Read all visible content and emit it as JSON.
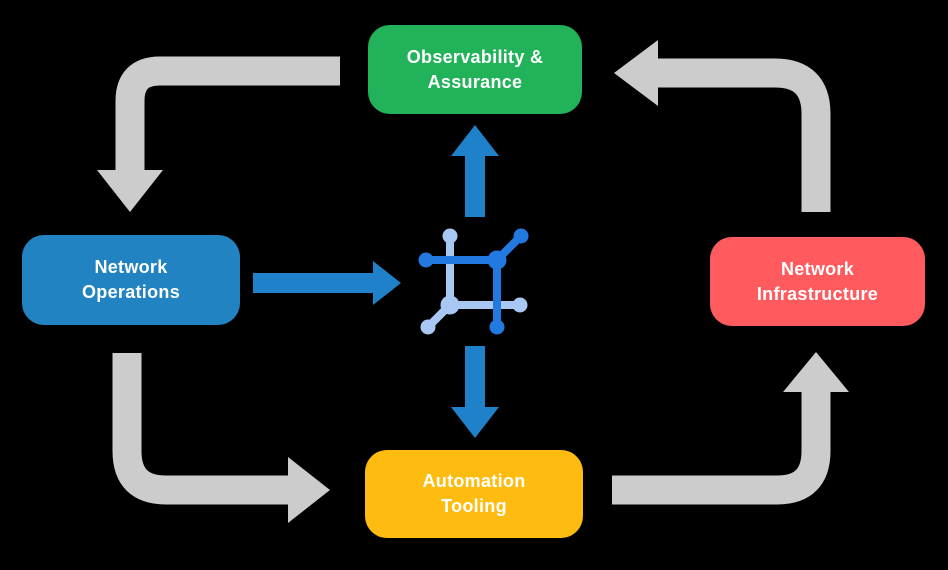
{
  "nodes": [
    {
      "id": "observability-assurance",
      "lines": [
        "Observability &",
        "Assurance"
      ],
      "color": "#21b25a"
    },
    {
      "id": "network-operations",
      "lines": [
        "Network",
        "Operations"
      ],
      "color": "#2283c3"
    },
    {
      "id": "network-infrastructure",
      "lines": [
        "Network",
        "Infrastructure"
      ],
      "color": "#ff5b5e"
    },
    {
      "id": "automation-tooling",
      "lines": [
        "Automation",
        "Tooling"
      ],
      "color": "#febc11"
    }
  ],
  "center_icon": {
    "name": "network-automation-icon",
    "dark": "#2279e0",
    "light": "#a8c8f3"
  },
  "arrows": {
    "gray": [
      {
        "id": "observability-to-operations",
        "from": "observability-assurance",
        "to": "network-operations"
      },
      {
        "id": "infrastructure-to-observability",
        "from": "network-infrastructure",
        "to": "observability-assurance"
      },
      {
        "id": "operations-to-tooling",
        "from": "network-operations",
        "to": "automation-tooling"
      },
      {
        "id": "tooling-to-infrastructure",
        "from": "automation-tooling",
        "to": "network-infrastructure"
      }
    ],
    "blue": [
      {
        "id": "operations-to-center",
        "from": "network-operations",
        "to": "center-icon"
      },
      {
        "id": "center-to-observability",
        "from": "center-icon",
        "to": "observability-assurance"
      },
      {
        "id": "center-to-tooling",
        "from": "center-icon",
        "to": "automation-tooling"
      }
    ]
  },
  "colors": {
    "background": "#000000",
    "arrow_gray": "#cccccc",
    "arrow_blue": "#1e81c9",
    "text": "#ffffff"
  }
}
